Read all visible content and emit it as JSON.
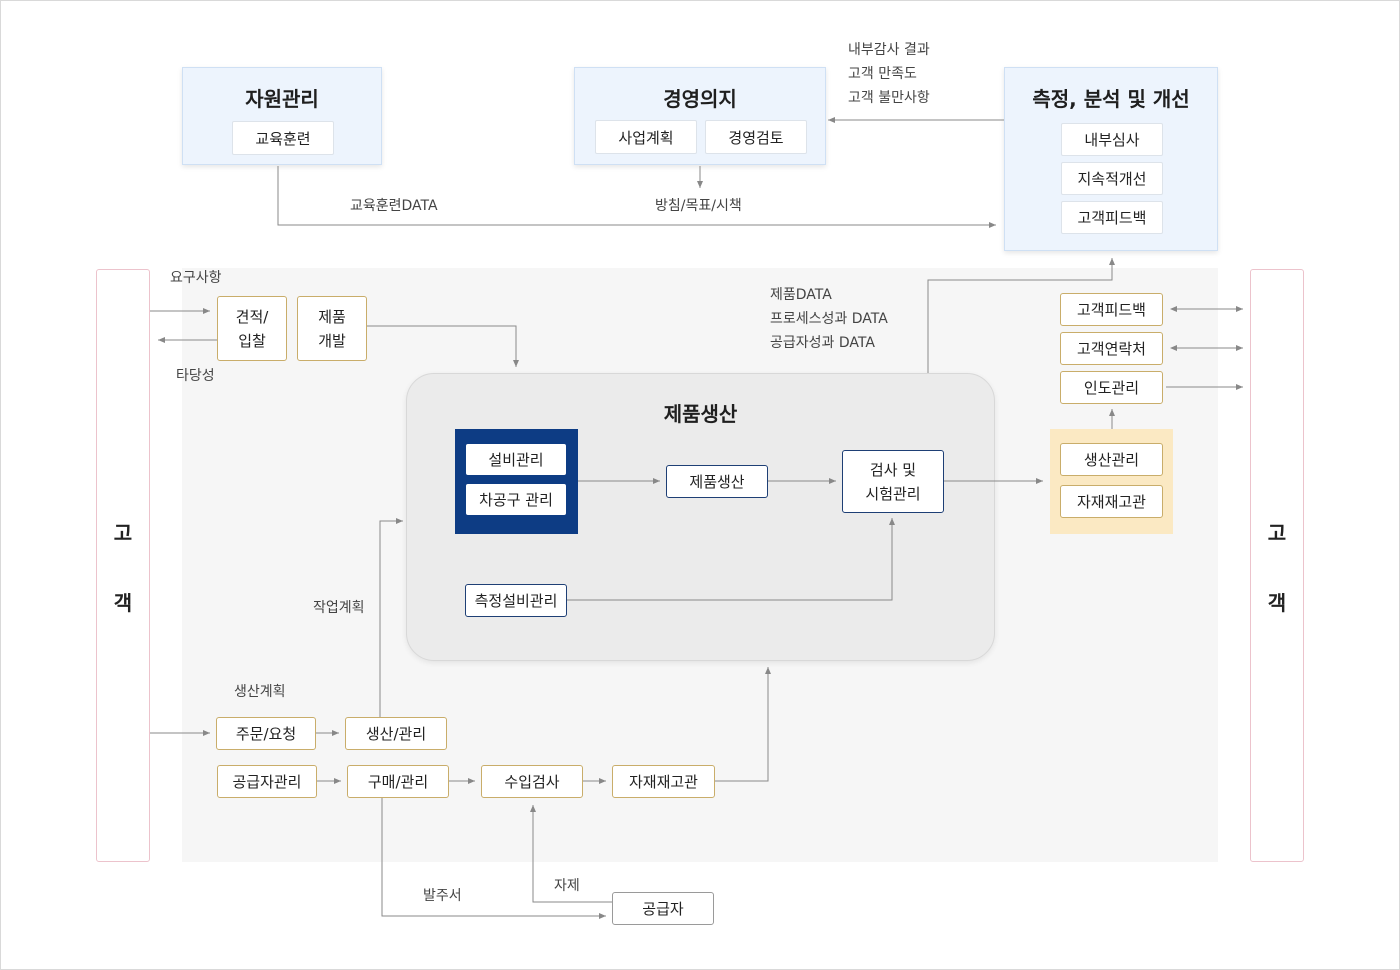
{
  "resource": {
    "title": "자원관리",
    "items": [
      "교육훈련"
    ]
  },
  "management": {
    "title": "경영의지",
    "items": [
      "사업계획",
      "경영검토"
    ]
  },
  "measurement": {
    "title": "측정, 분석 및 개선",
    "items": [
      "내부심사",
      "지속적개선",
      "고객피드백"
    ]
  },
  "audit_notes": [
    "내부감사 결과",
    "고객 만족도",
    "고객 불만사항"
  ],
  "flow_labels": {
    "training_data": "교육훈련DATA",
    "policy": "방침/목표/시책",
    "requirements": "요구사항",
    "validity": "타당성",
    "product_data": [
      "제품DATA",
      "프로세스성과 DATA",
      "공급자성과 DATA"
    ],
    "work_plan": "작업계획",
    "production_plan": "생산계획",
    "order_issue": "발주서",
    "material": "자제"
  },
  "customer": {
    "left": [
      "고",
      "객"
    ],
    "right": [
      "고",
      "객"
    ]
  },
  "front": {
    "estimate": [
      "견적/",
      "입찰"
    ],
    "product_dev": [
      "제품",
      "개발"
    ]
  },
  "production": {
    "title": "제품생산",
    "navy_items": [
      "설비관리",
      "차공구 관리"
    ],
    "product": "제품생산",
    "inspection": [
      "검사 및",
      "시험관리"
    ],
    "measure_equipment": "측정설비관리"
  },
  "right_column": {
    "feedback": "고객피드백",
    "contact": "고객연락처",
    "delivery": "인도관리",
    "yellow_items": [
      "생산관리",
      "자재재고관"
    ]
  },
  "bottom": {
    "order": "주문/요청",
    "prod_mgmt": "생산/관리",
    "supplier_mgmt": "공급자관리",
    "purchase": "구매/관리",
    "incoming": "수입검사",
    "inventory": "자재재고관",
    "supplier": "공급자"
  }
}
